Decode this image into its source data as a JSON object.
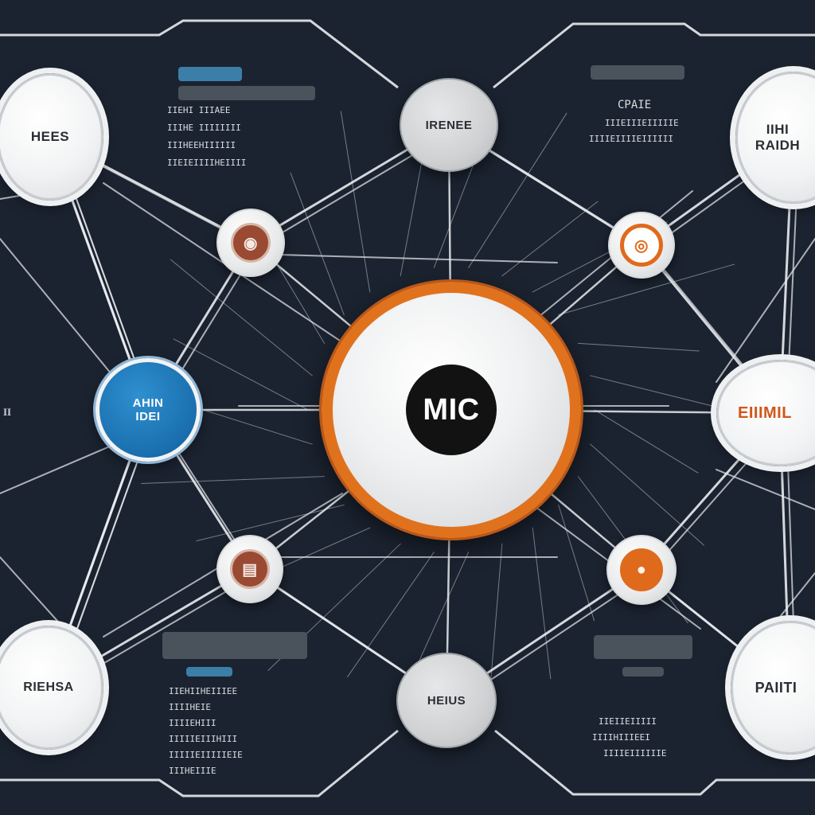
{
  "colors": {
    "background": "#1b2330",
    "accent_orange": "#e0721e",
    "accent_blue": "#1a6fae",
    "line": "#e9ecef"
  },
  "center_node": {
    "label": "MIC"
  },
  "nodes": {
    "top_left": {
      "label": "HEES"
    },
    "top_center": {
      "label": "IRENEE"
    },
    "top_right": {
      "label_line1": "IIHI",
      "label_line2": "RAIDH"
    },
    "mid_left": {
      "label_line1": "AHIN",
      "label_line2": "IDEI"
    },
    "mid_right": {
      "label": "EIIIMIL"
    },
    "bottom_left": {
      "label": "RIEHSA"
    },
    "bottom_center": {
      "label": "HEIUS"
    },
    "bottom_right": {
      "label": "PAIITI"
    }
  },
  "hub_icons": {
    "upper_left": "fingerprint-icon",
    "upper_right": "target-icon",
    "lower_left": "document-icon",
    "lower_right": "record-icon"
  },
  "panels": {
    "top_left": {
      "lines": [
        "IIEHI IIIAEE",
        "IIIHE IIIIIIII",
        "IIIHEEHIIIIII",
        "IIEIEIIIIHEIIII"
      ]
    },
    "top_right": {
      "title": "CPAIE",
      "lines": [
        "IIIEIIIEIIIIIE",
        "IIIIEIIIIEIIIIII"
      ]
    },
    "bottom_left": {
      "lines": [
        "IIEHIIHEIIIEE",
        "IIIIHEIE",
        "IIIIEHIII",
        "IIIIIEIIIHIII",
        "IIIIIEIIIIIEIE",
        "IIIHEIIIE"
      ]
    },
    "bottom_right": {
      "lines": [
        "IIEIIEIIIII",
        "IIIIHIIIEEI",
        "IIIIEIIIIIIE"
      ]
    },
    "left_edge": {
      "label": "II"
    }
  }
}
